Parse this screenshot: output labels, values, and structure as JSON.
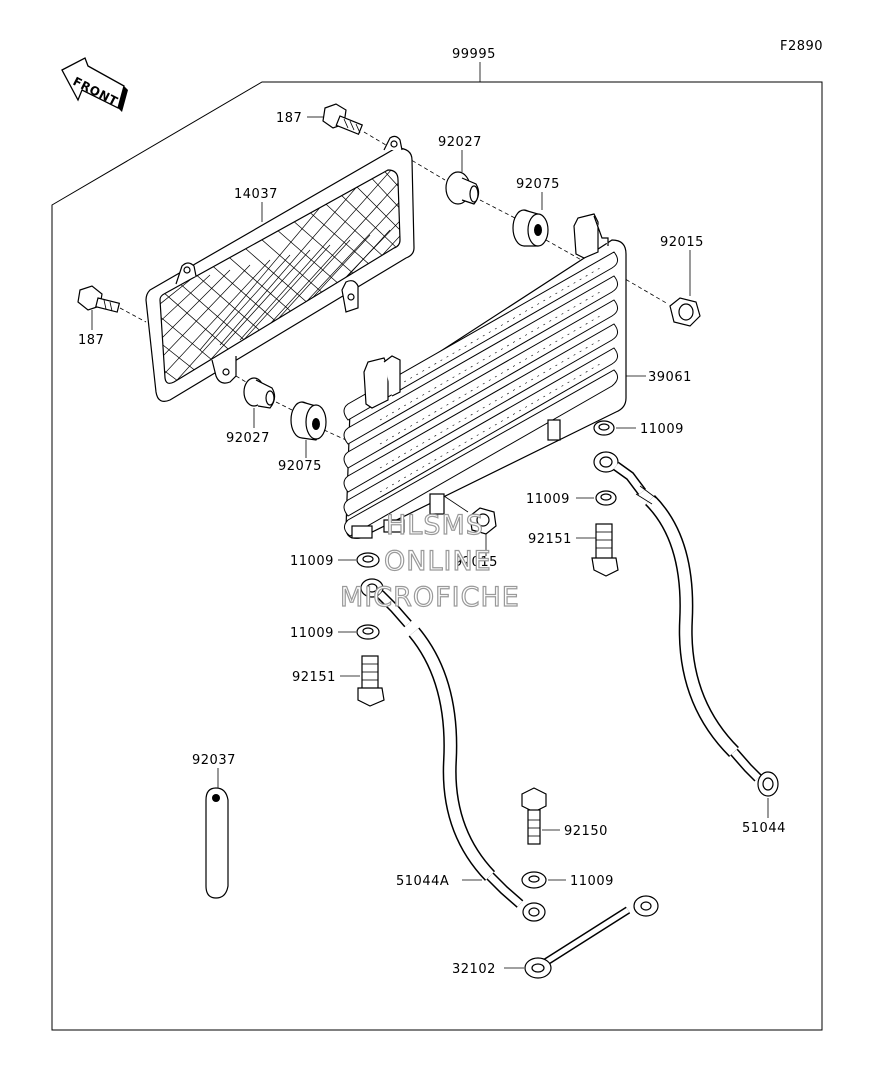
{
  "figure_code": "F2890",
  "front_label": "FRONT",
  "assembly": "99995",
  "labels": {
    "bolt_top": "187",
    "bolt_left": "187",
    "screen": "14037",
    "collar_top": "92027",
    "grommet_top": "92075",
    "nut_top": "92015",
    "collar_left": "92027",
    "grommet_left": "92075",
    "cooler": "39061",
    "washer_r1": "11009",
    "washer_r2": "11009",
    "bolt_r": "92151",
    "nut_bottom": "92015",
    "washer_l1": "11009",
    "washer_l2": "11009",
    "bolt_l": "92151",
    "clamp": "92037",
    "bolt_bottom": "92150",
    "hose_r": "51044",
    "hose_l": "51044A",
    "washer_bottom": "11009",
    "pipe": "32102"
  },
  "watermark": [
    "HLSMS",
    "ONLINE",
    "MICROFICHE"
  ]
}
